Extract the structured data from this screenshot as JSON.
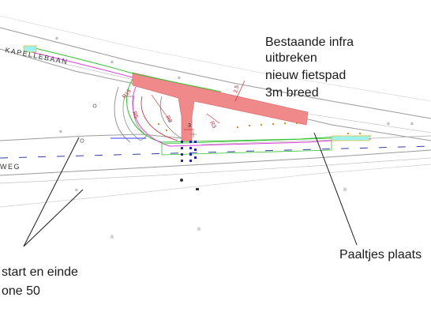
{
  "annotations": {
    "infra_line1": "Bestaande infra",
    "infra_line2": "uitbreken",
    "infra_line3": "nieuw fietspad",
    "infra_line4": "3m breed",
    "posts": "Paaltjes plaats",
    "zone_line1": "start en einde",
    "zone_line2": "one 50"
  },
  "roads": {
    "upper": "KAPELLEBAAN",
    "lower": "WEG"
  },
  "dimensions": {
    "width_a": "2.5",
    "width_b": "3",
    "radius_a": "R3",
    "radius_b": "R8",
    "radius_c": "R5",
    "radius_d": "R15"
  },
  "colors": {
    "demolition": "#f08a8a",
    "route_magenta": "#e040e0",
    "route_green": "#34c234",
    "route_blue": "#3a3aff",
    "dim_red": "#c2272d",
    "posts_blue": "#2222aa"
  }
}
